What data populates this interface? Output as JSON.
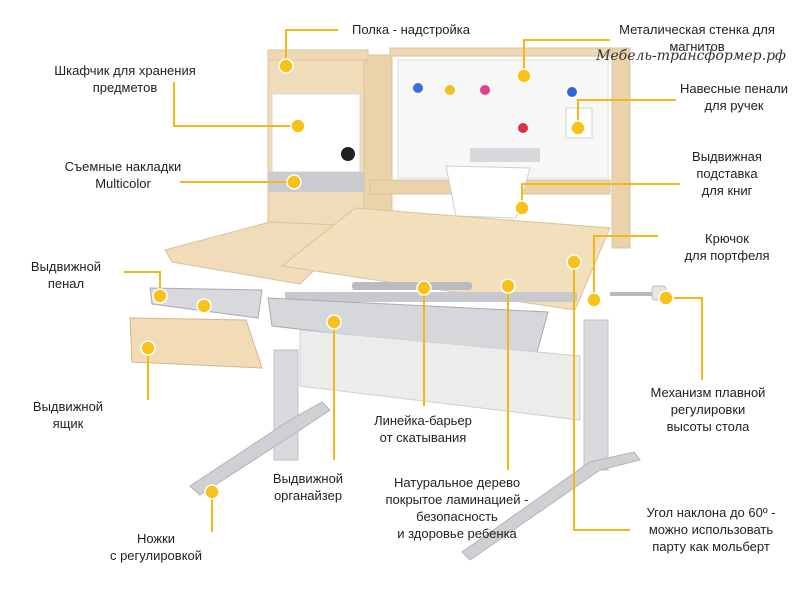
{
  "watermark": "Мебель-трансформер.рф",
  "colors": {
    "accent": "#f2b817",
    "wood": "#f0dcb8",
    "grey": "#c8c9cc",
    "white": "#ffffff"
  },
  "callouts": {
    "shelf": "Полка - надстройка",
    "metal_wall": "Металическая стенка для магнитов",
    "cabinet": [
      "Шкафчик для хранения",
      "предметов"
    ],
    "pencil_cases": [
      "Навесные пенали",
      "для ручек"
    ],
    "overlays": [
      "Съемные накладки",
      "Multicolor"
    ],
    "book_stand": [
      "Выдвижная",
      "подставка",
      "для книг"
    ],
    "drawer_pencil": [
      "Выдвижной",
      "пенал"
    ],
    "hook": [
      "Крючок",
      "для портфеля"
    ],
    "drawer_box": [
      "Выдвижной",
      "ящик"
    ],
    "ruler": [
      "Линейка-барьер",
      "от скатывания"
    ],
    "mechanism": [
      "Механизм плавной",
      "регулировки",
      "высоты стола"
    ],
    "organizer": [
      "Выдвижной",
      "органайзер"
    ],
    "wood": [
      "Натуральное дерево",
      "покрытое ламинацией -",
      "безопасность",
      "и здоровье ребенка"
    ],
    "legs": [
      "Ножки",
      "с регулировкой"
    ],
    "tilt": [
      "Угол наклона до 60º -",
      "можно использовать",
      "парту как мольберт"
    ]
  }
}
